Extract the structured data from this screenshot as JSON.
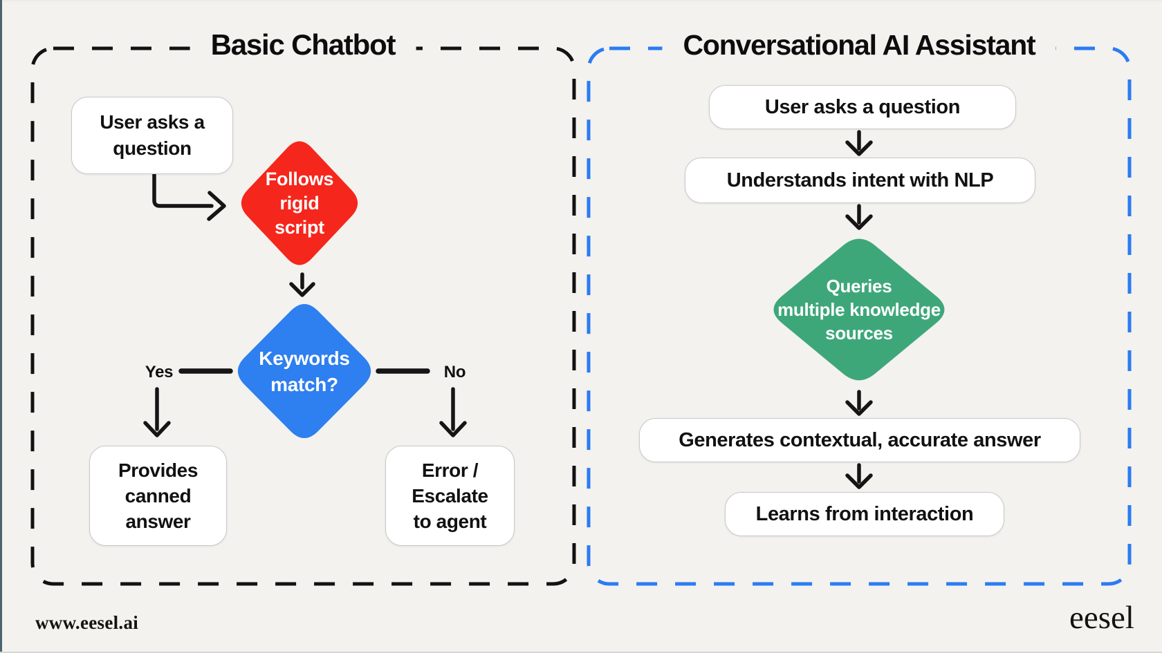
{
  "page": {
    "footer_url": "www.eesel.ai",
    "brand_logo": "eesel"
  },
  "colors": {
    "red": "#F5261C",
    "blue": "#2E7FEF",
    "green": "#3EA77A",
    "dash_black": "#121212",
    "dash_blue": "#2B7BF3",
    "line": "#151515"
  },
  "left_panel": {
    "title": "Basic Chatbot",
    "start_box": "User asks a\nquestion",
    "diamond_script": "Follows\nrigid\nscript",
    "diamond_keywords": "Keywords\nmatch?",
    "label_yes": "Yes",
    "label_no": "No",
    "box_canned": "Provides\ncanned\nanswer",
    "box_error": "Error /\nEscalate\nto agent"
  },
  "right_panel": {
    "title": "Conversational AI Assistant",
    "box_question": "User asks a question",
    "box_nlp": "Understands intent with NLP",
    "diamond_queries": "Queries\nmultiple knowledge\nsources",
    "box_generates": "Generates contextual, accurate answer",
    "box_learns": "Learns from interaction"
  }
}
